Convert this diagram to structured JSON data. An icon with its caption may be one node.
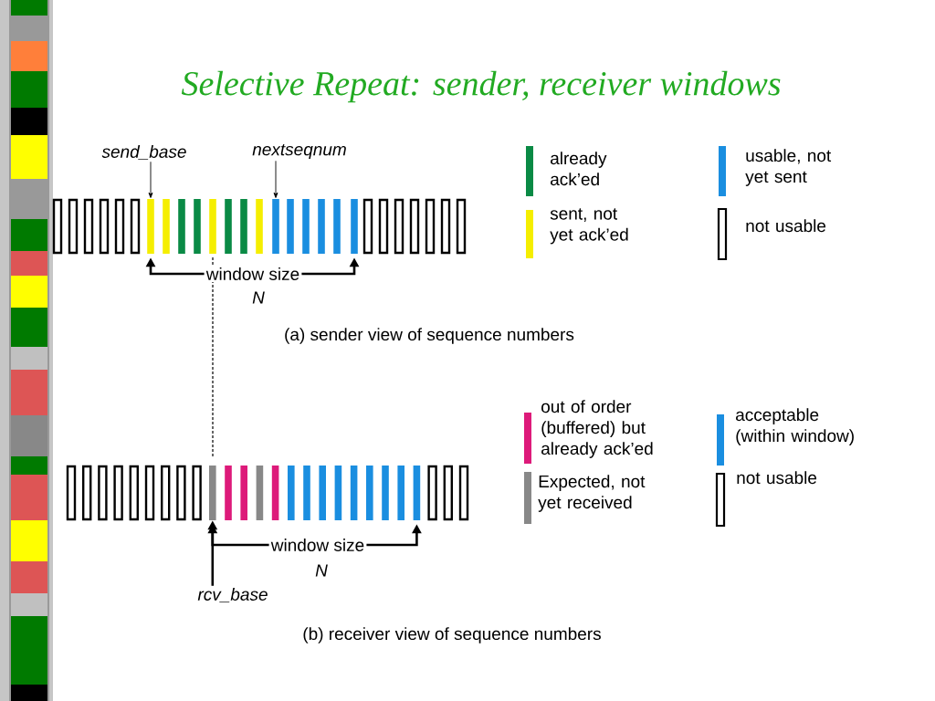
{
  "diagram": {
    "title": "Selective Repeat: sender, receiver windows",
    "nodes": [
      {
        "text": [
          "send_base"
        ]
      },
      {
        "text": [
          "nextseqnum"
        ]
      },
      {
        "text": [
          "window size"
        ],
        "beside": [
          "N"
        ]
      },
      {
        "text": [
          "window size"
        ],
        "beside": [
          "N"
        ]
      },
      {
        "text": [
          "rcv_base"
        ]
      },
      {
        "text": [],
        "shape": "bar"
      },
      {
        "text": [],
        "shape": "bar"
      },
      {
        "text": [],
        "shape": "bar"
      },
      {
        "text": [],
        "shape": "bar"
      },
      {
        "text": [],
        "shape": "bar"
      }
    ],
    "edges": [
      {
        "from": 0,
        "to": 5,
        "arrow": "to"
      },
      {
        "from": 1,
        "to": 6,
        "arrow": "to"
      },
      {
        "from": 2,
        "to": 5,
        "arrow": "to"
      },
      {
        "from": 2,
        "to": 7,
        "arrow": "to"
      },
      {
        "from": 3,
        "to": 8,
        "arrow": "to"
      },
      {
        "from": 3,
        "to": 9,
        "arrow": "to"
      },
      {
        "from": 4,
        "to": 8,
        "arrow": "to"
      }
    ],
    "labels": [
      "(a) sender view of sequence numbers",
      "(b) receiver view of sequence numbers"
    ],
    "legend": [
      {
        "text": "already ack’ed",
        "color": "#0a8a45"
      },
      {
        "text": "usable, not yet sent",
        "color": "#1a8ee0"
      },
      {
        "text": "sent, not yet ack’ed",
        "color": "#f5ee00"
      },
      {
        "text": "not usable"
      },
      {
        "text": "out of order (buffered) but already ack’ed",
        "color": "#dd1a7a"
      },
      {
        "text": "acceptable (within window)",
        "color": "#1a8ee0"
      },
      {
        "text": "Expected, not yet received",
        "color": "#888888"
      },
      {
        "text": "not usable"
      }
    ]
  }
}
